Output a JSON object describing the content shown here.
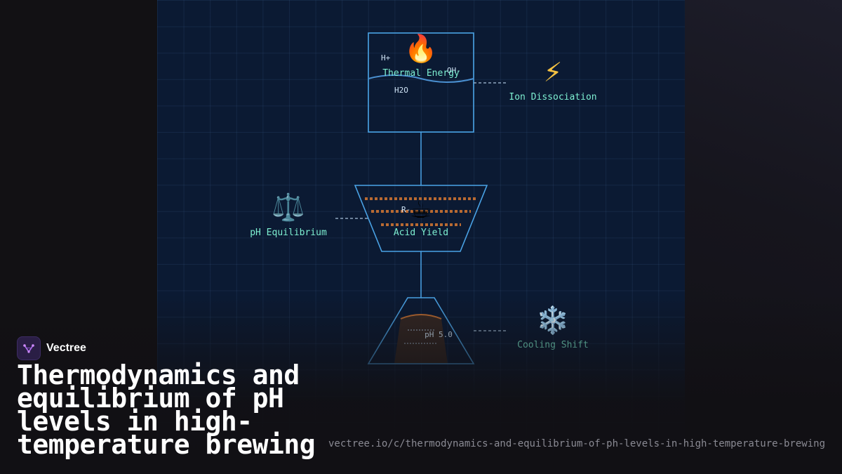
{
  "diagram": {
    "nodes": {
      "thermal": {
        "label": "Thermal Energy",
        "icon": "fire-icon",
        "chemicals": [
          "H+",
          "OH-",
          "H2O"
        ]
      },
      "acid": {
        "label": "Acid Yield",
        "icon": "coffee-cup-icon",
        "chemicals": [
          "R-"
        ]
      },
      "cooling": {
        "ph_reading": "pH 5.0"
      }
    },
    "side_labels": {
      "ion": {
        "label": "Ion Dissociation",
        "icon": "lightning-icon"
      },
      "ph": {
        "label": "pH Equilibrium",
        "icon": "balance-scale-icon"
      },
      "cooling": {
        "label": "Cooling Shift",
        "icon": "snowflake-icon"
      }
    },
    "colors": {
      "grid_background": "#0b1a33",
      "outline": "#4aa3e6",
      "label": "#7ef0d2",
      "bean_dots": "#b86a32"
    }
  },
  "footer": {
    "brand": "Vectree",
    "title": "Thermodynamics and equilibrium of pH levels in high-temperature brewing",
    "url": "vectree.io/c/thermodynamics-and-equilibrium-of-ph-levels-in-high-temperature-brewing"
  }
}
